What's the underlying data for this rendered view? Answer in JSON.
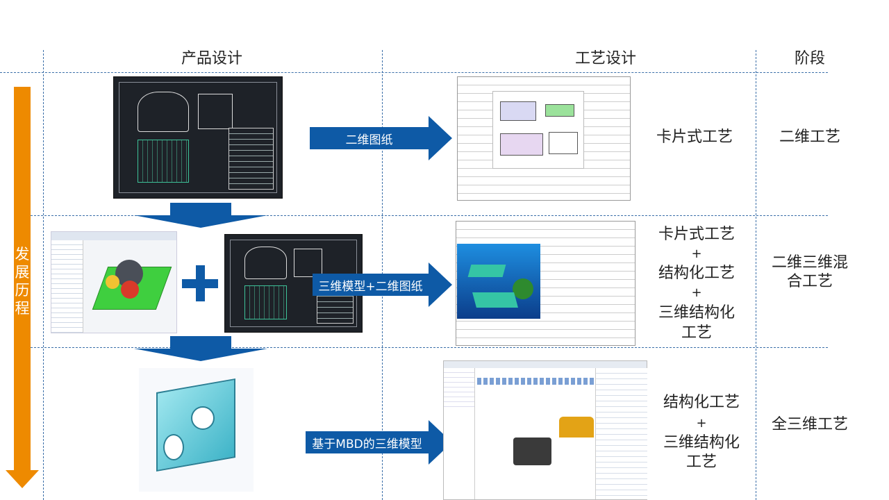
{
  "headers": {
    "product_design": "产品设计",
    "process_design": "工艺设计",
    "stage": "阶段"
  },
  "timeline": {
    "label": "发展历程",
    "color": "#ee8a00"
  },
  "accent_color": "#0e5aa6",
  "rows": [
    {
      "input_image": "2d-drawing-image",
      "arrow_label": "二维图纸",
      "process_image": "process-card-image",
      "process_types": [
        "卡片式工艺"
      ],
      "stage": "二维工艺"
    },
    {
      "input_images": [
        "3d-software-model-image",
        "2d-drawing-image"
      ],
      "plus_symbol": "+",
      "arrow_label": "三维模型+二维图纸",
      "process_image": "3d-process-card-image",
      "process_types": [
        "卡片式工艺",
        "+",
        "结构化工艺",
        "+",
        "三维结构化",
        "工艺"
      ],
      "stage_lines": [
        "二维三维混",
        "合工艺"
      ]
    },
    {
      "input_image": "mbd-3d-model-image",
      "arrow_label": "基于MBD的三维模型",
      "process_image": "3d-process-software-image",
      "process_types": [
        "结构化工艺",
        "+",
        "三维结构化",
        "工艺"
      ],
      "stage": "全三维工艺"
    }
  ]
}
